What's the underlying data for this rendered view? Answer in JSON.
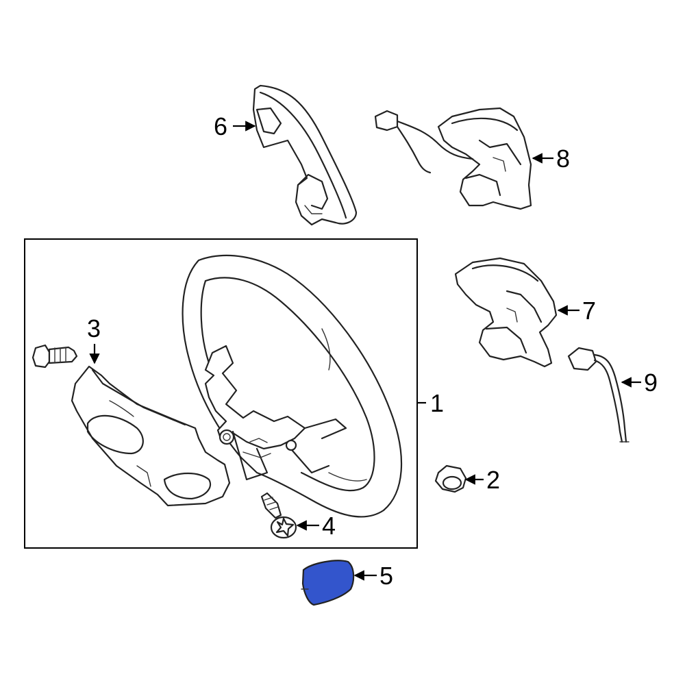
{
  "callouts": {
    "c1": "1",
    "c2": "2",
    "c3": "3",
    "c4": "4",
    "c5": "5",
    "c6": "6",
    "c7": "7",
    "c8": "8",
    "c9": "9"
  },
  "colors": {
    "highlight": "#3355cc",
    "line": "#222222",
    "background": "#ffffff"
  }
}
